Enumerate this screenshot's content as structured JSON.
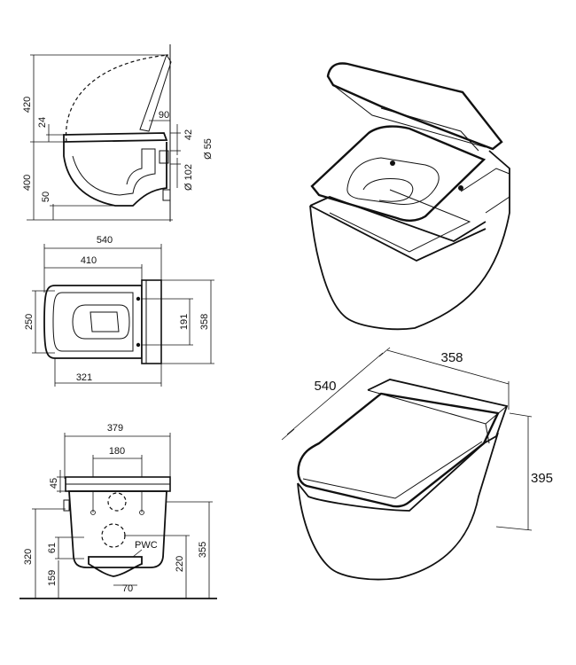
{
  "side_view": {
    "dims": {
      "total_height": "420",
      "lower_height": "400",
      "seat_thickness": "24",
      "bottom_offset": "50",
      "top_depth": "90",
      "top_offset": "42",
      "inlet_diameter": "Ø 55",
      "outlet_diameter": "Ø 102"
    }
  },
  "plan_view": {
    "dims": {
      "overall_length": "540",
      "bowl_length": "410",
      "width": "358",
      "inner_width": "250",
      "fixing_spacing": "191",
      "seat_length": "321"
    }
  },
  "rear_view": {
    "dims": {
      "overall_width": "379",
      "fixing_spacing": "180",
      "top_offset": "45",
      "waste_height": "320",
      "inlet_height": "61",
      "inlet_offset": "159",
      "outlet_width": "70",
      "pan_height": "220",
      "total_height": "355"
    },
    "label_pwc": "PWC"
  },
  "iso_closed": {
    "dims": {
      "length": "540",
      "width": "358",
      "height": "395"
    }
  }
}
